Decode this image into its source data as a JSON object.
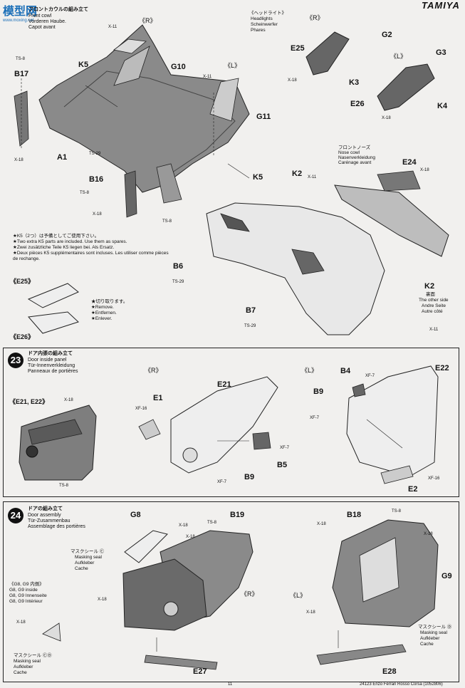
{
  "watermark": {
    "text": "模型网",
    "sub": "www.moxing.net"
  },
  "brand": "TAMIYA",
  "step22": {
    "title_jp": "フロントカウルの組み立て",
    "title_en": "Front cowl",
    "title_de": "Vorderen Haube.",
    "title_fr": "Capot avant",
    "r": "《R》",
    "l": "《L》",
    "parts": {
      "a1": "A1",
      "b16": "B16",
      "b17": "B17",
      "k5a": "K5",
      "k5b": "K5",
      "g10": "G10",
      "g11": "G11",
      "b6": "B6",
      "b7": "B7",
      "k2a": "K2",
      "k2b": "K2",
      "e24": "E24"
    },
    "screws": {
      "x11a": "X-11",
      "x11b": "X-11",
      "x11c": "X-11",
      "x11d": "X-11",
      "x18a": "X-18",
      "x18b": "X-18",
      "x18c": "X-18",
      "ts8a": "TS-8",
      "ts8b": "TS-8",
      "ts8c": "TS-8",
      "ts29a": "TS-29",
      "ts29b": "TS-29",
      "ts29c": "TS-29"
    },
    "note": [
      "★K5（2つ）は予備としてご使用下さい。",
      "★Two extra K5 parts are included. Use them as spares.",
      "★Zwei zusätzliche Teile K5 liegen bei. Als Ersatz.",
      "★Deux pièces K5 supplémentaires sont incluses. Les utiliser comme pièces de rechange."
    ],
    "e25": "《E25》",
    "e26": "《E26》",
    "remove": [
      "★切り取ります。",
      "★Remove.",
      "★Entfernen.",
      "★Enlever."
    ],
    "headlights": {
      "jp": "《ヘッドライト》",
      "en": "Headlights",
      "de": "Scheinwerfer",
      "fr": "Phares"
    },
    "hl_parts": {
      "r": "《R》",
      "l": "《L》",
      "e25": "E25",
      "g2": "G2",
      "k3": "K3",
      "x18": "X-18",
      "g3": "G3",
      "e26": "E26",
      "k4": "K4",
      "x18b": "X-18"
    },
    "nose": {
      "jp": "フロントノーズ",
      "en": "Nose cowl",
      "de": "Nasenverkleidung",
      "fr": "Carénage avant"
    },
    "other_side": {
      "jp": "裏面",
      "en": "The other side",
      "de": "Andre Seite",
      "fr": "Autre côté"
    }
  },
  "step23": {
    "num": "23",
    "title_jp": "ドア内張の組み立て",
    "title_en": "Door inside panel",
    "title_de": "Tür-Innenverkleidung",
    "title_fr": "Panneaux de portières",
    "sub": "《E21, E22》",
    "r": "《R》",
    "l": "《L》",
    "parts": {
      "e1": "E1",
      "e21": "E21",
      "b9a": "B9",
      "b5": "B5",
      "b4": "B4",
      "b9b": "B9",
      "e22": "E22",
      "e2": "E2"
    },
    "screws": {
      "x18": "X-18",
      "ts8": "TS-8",
      "xf16a": "XF-16",
      "xf7a": "XF-7",
      "xf7b": "XF-7",
      "xf7c": "XF-7",
      "xf7d": "XF-7",
      "xf16b": "XF-16"
    }
  },
  "step24": {
    "num": "24",
    "title_jp": "ドアの組み立て",
    "title_en": "Door assembly",
    "title_de": "Tür-Zusammenbau",
    "title_fr": "Assemblage des portières",
    "mask_jp": "マスクシール Ⓒ",
    "mask": [
      "Masking seal",
      "Aufkleber",
      "Cache"
    ],
    "inside": [
      "《G8, G9 内側》",
      "G8, G9 inside",
      "G8, G9 Innenseite",
      "G8, G9 Intérieur"
    ],
    "mask2_jp": "マスクシール ⒸⒹ",
    "mask3_jp": "マスクシール Ⓓ",
    "r": "《R》",
    "l": "《L》",
    "parts": {
      "g8": "G8",
      "b19": "B19",
      "e27": "E27",
      "b18": "B18",
      "g9": "G9",
      "e28": "E28"
    },
    "screws": {
      "x18a": "X-18",
      "ts8a": "TS-8",
      "x18b": "X-18",
      "x18c": "X-18",
      "x18d": "X-18",
      "ts8b": "TS-8",
      "x18e": "X-18",
      "x18f": "X-18",
      "x18g": "X-18"
    }
  },
  "footer": {
    "page": "11",
    "code": "24123 Enzo Ferrari Rosso Corsa (1052806)"
  }
}
